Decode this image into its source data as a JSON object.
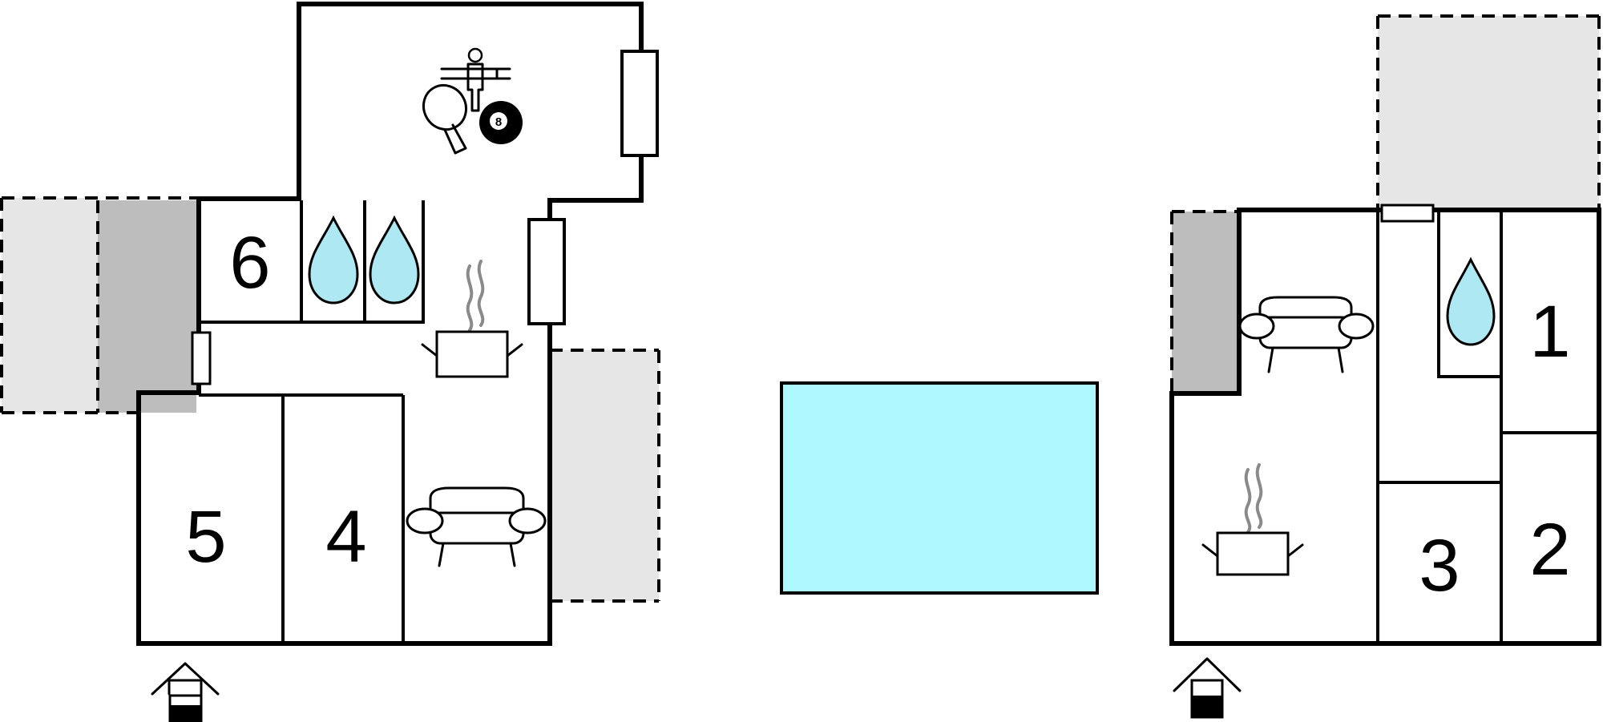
{
  "colors": {
    "wall": "#000000",
    "terrace_light": "#e6e6e6",
    "terrace_dark": "#bdbdbd",
    "pool": "#aef8ff",
    "water_drop": "#aee8f2",
    "steam": "#8a8a8a"
  },
  "rooms": {
    "left": {
      "r6": "6",
      "r5": "5",
      "r4": "4"
    },
    "right": {
      "r1": "1",
      "r2": "2",
      "r3": "3"
    }
  },
  "icons": {
    "game_room": [
      "foosball-icon",
      "table-tennis-icon",
      "billiard-ball-icon"
    ],
    "billiard_number": "8",
    "bathroom": "water-drop-icon",
    "kitchen": "cooking-pot-icon",
    "living": "sofa-icon",
    "entrance": "entrance-icon",
    "pool": "swimming-pool"
  }
}
